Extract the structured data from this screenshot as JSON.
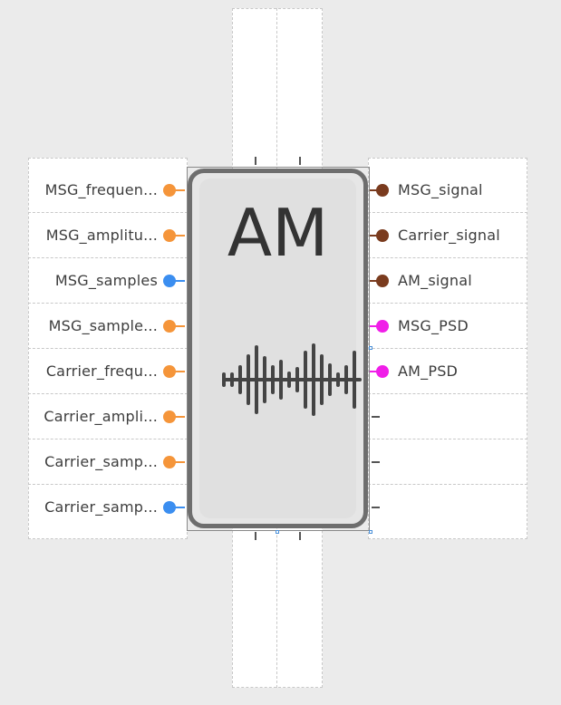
{
  "block": {
    "title": "AM",
    "icon": "waveform-icon"
  },
  "inputs": [
    {
      "label": "MSG_frequen...",
      "color": "#f5953a"
    },
    {
      "label": "MSG_amplitu...",
      "color": "#f5953a"
    },
    {
      "label": "MSG_samples",
      "color": "#3b8ef0"
    },
    {
      "label": "MSG_sample...",
      "color": "#f5953a"
    },
    {
      "label": "Carrier_frequ...",
      "color": "#f5953a"
    },
    {
      "label": "Carrier_ampli...",
      "color": "#f5953a"
    },
    {
      "label": "Carrier_samp...",
      "color": "#f5953a"
    },
    {
      "label": "Carrier_samp...",
      "color": "#3b8ef0"
    }
  ],
  "outputs": [
    {
      "label": "MSG_signal",
      "color": "#7a3b1e"
    },
    {
      "label": "Carrier_signal",
      "color": "#7a3b1e"
    },
    {
      "label": "AM_signal",
      "color": "#7a3b1e"
    },
    {
      "label": "MSG_PSD",
      "color": "#f01ee8"
    },
    {
      "label": "AM_PSD",
      "color": "#f01ee8"
    }
  ]
}
